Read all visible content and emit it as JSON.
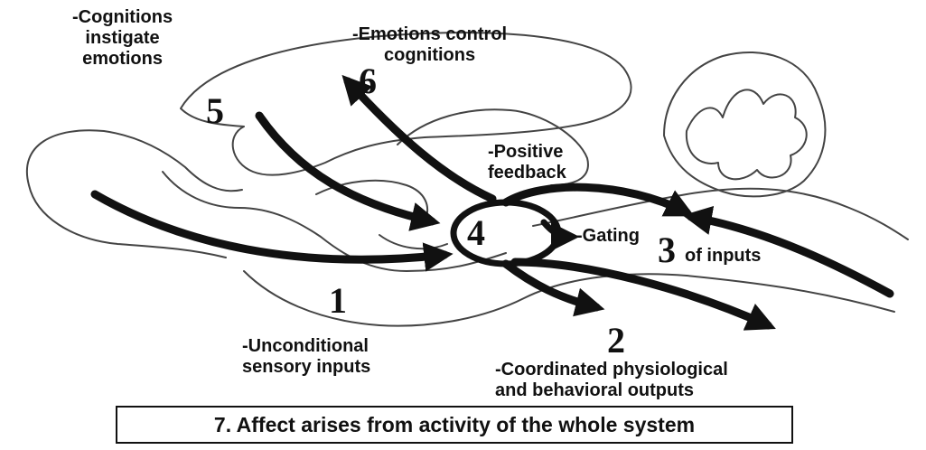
{
  "labels": {
    "cognitions_instigate": "-Cognitions\ninstigate\nemotions",
    "emotions_control": "-Emotions control\ncognitions",
    "positive_feedback": "-Positive\nfeedback",
    "gating": "-Gating",
    "of_inputs": "of inputs",
    "unconditional": "-Unconditional\nsensory inputs",
    "coordinated": "-Coordinated physiological\nand behavioral outputs"
  },
  "numbers": {
    "n1": "1",
    "n2": "2",
    "n3": "3",
    "n4": "4",
    "n5": "5",
    "n6": "6"
  },
  "caption": "7. Affect arises from activity of the whole system",
  "colors": {
    "ink": "#111111",
    "outline": "#444444",
    "background": "#ffffff"
  }
}
